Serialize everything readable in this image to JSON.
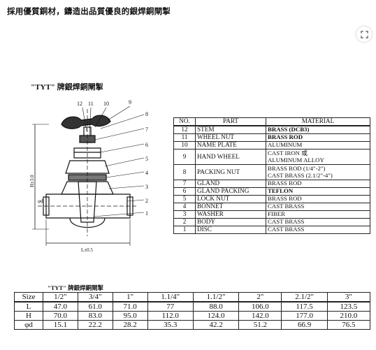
{
  "page": {
    "caption": "採用優質銅材，鑄造出品質優良的銀焊銅閘掣"
  },
  "document": {
    "title": "\"TYT\" 牌銀焊銅閘掣",
    "drawing_labels": {
      "top_numbers": [
        "12",
        "11",
        "10",
        "9"
      ],
      "right_numbers": [
        "8",
        "7",
        "6",
        "5",
        "4",
        "3",
        "2",
        "1"
      ],
      "height_label": "H±3.0",
      "width_label": "L±0.5",
      "diameter_label": "φd"
    },
    "parts_table": {
      "headers": [
        "NO.",
        "PART",
        "MATERIAL"
      ],
      "rows": [
        {
          "no": "12",
          "part": "STEM",
          "material": "BRASS (DCB3)",
          "bold": true
        },
        {
          "no": "11",
          "part": "WHEEL NUT",
          "material": "BRASS ROD",
          "bold": true
        },
        {
          "no": "10",
          "part": "NAME PLATE",
          "material": "ALUMINUM",
          "bold": false
        },
        {
          "no": "9",
          "part": "HAND WHEEL",
          "material": "CAST IRON 或",
          "material2": "ALUMINUM ALLOY",
          "bold": false
        },
        {
          "no": "8",
          "part": "PACKING NUT",
          "material": "BRASS ROD (1/4\"-2\")",
          "material2": "CAST BRASS (2.1/2\"-4\")",
          "bold": false
        },
        {
          "no": "7",
          "part": "GLAND",
          "material": "BRASS ROD",
          "bold": false
        },
        {
          "no": "6",
          "part": "GLAND PACKING",
          "material": "TEFLON",
          "bold": true
        },
        {
          "no": "5",
          "part": "LOCK NUT",
          "material": "BRASS ROD",
          "bold": false
        },
        {
          "no": "4",
          "part": "BONNET",
          "material": "CAST BRASS",
          "bold": false
        },
        {
          "no": "3",
          "part": "WASHER",
          "material": "FIBER",
          "bold": false
        },
        {
          "no": "2",
          "part": "BODY",
          "material": "CAST BRASS",
          "bold": false
        },
        {
          "no": "1",
          "part": "DISC",
          "material": "CAST BRASS",
          "bold": false
        }
      ]
    },
    "sizes_table": {
      "title": "\"TYT\" 牌銀焊銅閘掣",
      "headers": [
        "Size",
        "1/2\"",
        "3/4\"",
        "1\"",
        "1.1/4\"",
        "1.1/2\"",
        "2\"",
        "2.1/2\"",
        "3\""
      ],
      "rows": [
        {
          "label": "L",
          "values": [
            "47.0",
            "61.0",
            "71.0",
            "77",
            "88.0",
            "106.0",
            "117.5",
            "123.5"
          ]
        },
        {
          "label": "H",
          "values": [
            "70.0",
            "83.0",
            "95.0",
            "112.0",
            "124.0",
            "142.0",
            "177.0",
            "210.0"
          ]
        },
        {
          "label": "φd",
          "values": [
            "15.1",
            "22.2",
            "28.2",
            "35.3",
            "42.2",
            "51.2",
            "66.9",
            "76.5"
          ]
        }
      ]
    }
  },
  "icons": {
    "expand": "expand-icon"
  }
}
